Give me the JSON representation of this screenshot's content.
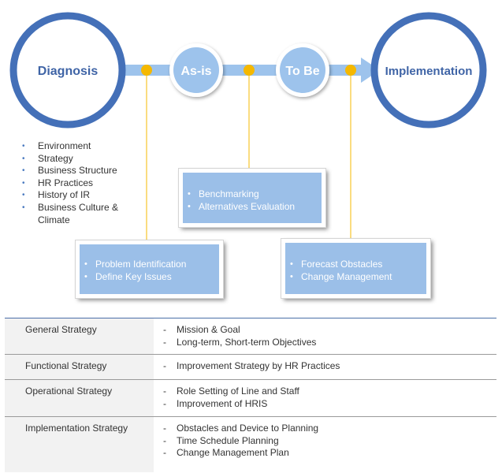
{
  "stages": {
    "diagnosis": "Diagnosis",
    "as_is": "As-is",
    "to_be": "To Be",
    "implementation": "Implementation"
  },
  "diagnosis_factors": [
    "Environment",
    "Strategy",
    "Business Structure",
    "HR Practices",
    "History of IR",
    "Business Culture & Climate"
  ],
  "boxes": {
    "diagnosis_tasks": [
      "Problem Identification",
      "Define Key Issues"
    ],
    "as_is_tasks": [
      "Benchmarking",
      "Alternatives Evaluation"
    ],
    "to_be_tasks": [
      "Forecast Obstacles",
      "Change Management"
    ]
  },
  "strategy_table": [
    {
      "label": "General Strategy",
      "items": [
        "Mission & Goal",
        "Long-term, Short-term Objectives"
      ]
    },
    {
      "label": "Functional Strategy",
      "items": [
        "Improvement Strategy by HR Practices"
      ]
    },
    {
      "label": "Operational Strategy",
      "items": [
        "Role Setting of Line and Staff",
        "Improvement of HRIS"
      ]
    },
    {
      "label": "Implementation Strategy",
      "items": [
        "Obstacles and Device to Planning",
        "Time Schedule Planning",
        "Change Management Plan"
      ]
    }
  ],
  "colors": {
    "ring": "#4470b8",
    "connector": "#9dc3ec",
    "node": "#f5b800",
    "box": "#9bbfe8",
    "stage_text": "#3f64a6"
  }
}
